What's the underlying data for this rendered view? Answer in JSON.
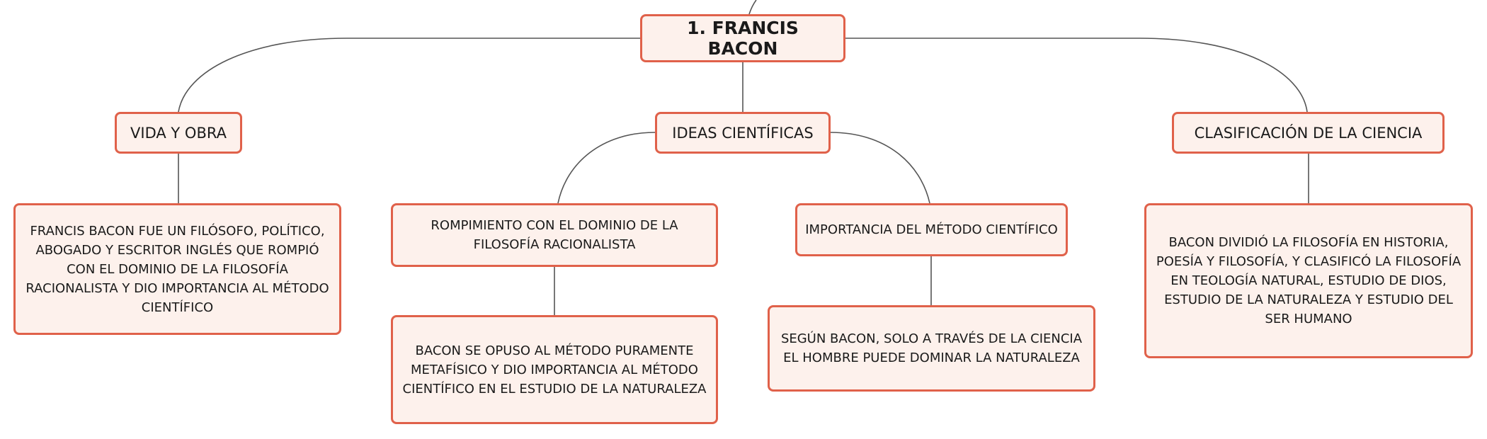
{
  "diagram": {
    "root": {
      "label": "1. FRANCIS BACON"
    },
    "branches": [
      {
        "id": "vida",
        "label": "VIDA Y OBRA",
        "children": [
          {
            "id": "vida-desc",
            "text": "FRANCIS BACON FUE UN FILÓSOFO, POLÍTICO, ABOGADO Y ESCRITOR INGLÉS QUE ROMPIÓ CON EL DOMINIO DE LA FILOSOFÍA RACIONALISTA Y DIO IMPORTANCIA AL MÉTODO CIENTÍFICO"
          }
        ]
      },
      {
        "id": "ideas",
        "label": "IDEAS CIENTÍFICAS",
        "children": [
          {
            "id": "rompimiento",
            "text": "ROMPIMIENTO CON EL DOMINIO DE LA FILOSOFÍA RACIONALISTA"
          },
          {
            "id": "opuso",
            "text": "BACON SE OPUSO AL MÉTODO PURAMENTE METAFÍSICO Y DIO IMPORTANCIA AL MÉTODO CIENTÍFICO EN EL ESTUDIO DE LA NATURALEZA"
          },
          {
            "id": "importancia",
            "text": "IMPORTANCIA DEL MÉTODO CIENTÍFICO"
          },
          {
            "id": "segun",
            "text": "SEGÚN BACON, SOLO A TRAVÉS DE LA CIENCIA EL HOMBRE PUEDE DOMINAR LA NATURALEZA"
          }
        ]
      },
      {
        "id": "clasificacion",
        "label": "CLASIFICACIÓN DE LA CIENCIA",
        "children": [
          {
            "id": "clasif-desc",
            "text": "BACON DIVIDIÓ LA FILOSOFÍA EN HISTORIA, POESÍA Y FILOSOFÍA, Y CLASIFICÓ LA FILOSOFÍA EN TEOLOGÍA NATURAL, ESTUDIO DE DIOS, ESTUDIO DE LA NATURALEZA Y ESTUDIO DEL SER HUMANO"
          }
        ]
      }
    ]
  },
  "colors": {
    "node_border": "#e0614a",
    "node_fill": "#fdf1ec",
    "connector": "#555555",
    "text": "#1a1a1a"
  }
}
